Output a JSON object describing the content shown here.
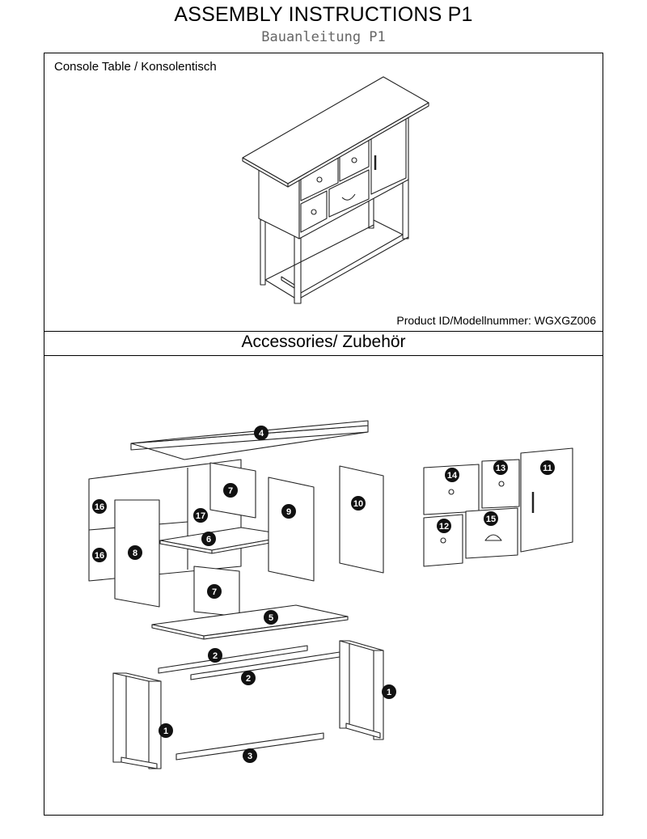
{
  "header": {
    "title": "ASSEMBLY INSTRUCTIONS P1",
    "subtitle": "Bauanleitung P1"
  },
  "product": {
    "name": "Console Table / Konsolentisch",
    "id_label": "Product ID/Modellnummer: WGXGZ006"
  },
  "accessories": {
    "title": "Accessories/ Zubehör"
  },
  "parts": [
    {
      "number": "1"
    },
    {
      "number": "2"
    },
    {
      "number": "3"
    },
    {
      "number": "4"
    },
    {
      "number": "5"
    },
    {
      "number": "6"
    },
    {
      "number": "7"
    },
    {
      "number": "8"
    },
    {
      "number": "9"
    },
    {
      "number": "10"
    },
    {
      "number": "11"
    },
    {
      "number": "12"
    },
    {
      "number": "13"
    },
    {
      "number": "14"
    },
    {
      "number": "15"
    },
    {
      "number": "16"
    },
    {
      "number": "17"
    }
  ]
}
